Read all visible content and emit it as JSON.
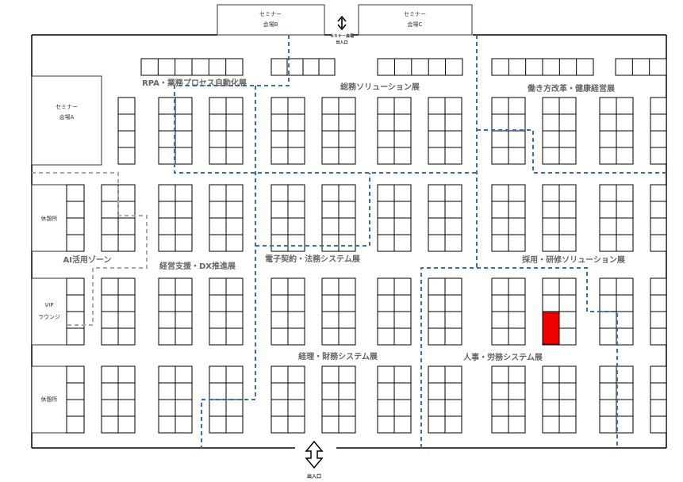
{
  "rooms": {
    "seminar_a": [
      "セミナー",
      "会場A"
    ],
    "seminar_b": [
      "セミナー",
      "会場B"
    ],
    "seminar_c": [
      "セミナー",
      "会場C"
    ],
    "rest_top": "休憩所",
    "vip": [
      "VIP",
      "ラウンジ"
    ],
    "rest_bottom": "休憩所"
  },
  "entrances": {
    "top": [
      "セミナー会場",
      "出入口"
    ],
    "bottom": "出入口"
  },
  "zones": {
    "rpa": "RPA・業務プロセス自動化展",
    "general_affairs": "総務ソリューション展",
    "work_style": "働き方改革・健康経営展",
    "ai": "AI活用ゾーン",
    "management": "経営支援・DX推進展",
    "contract": "電子契約・法務システム展",
    "recruit": "採用・研修ソリューション展",
    "accounting": "経理・財務システム展",
    "hr": "人事・労務システム展"
  },
  "colors": {
    "zone_border": "#3a6db3",
    "ai_border": "#aaaaaa",
    "highlight": "#ee0000",
    "booth_line": "#000000"
  }
}
